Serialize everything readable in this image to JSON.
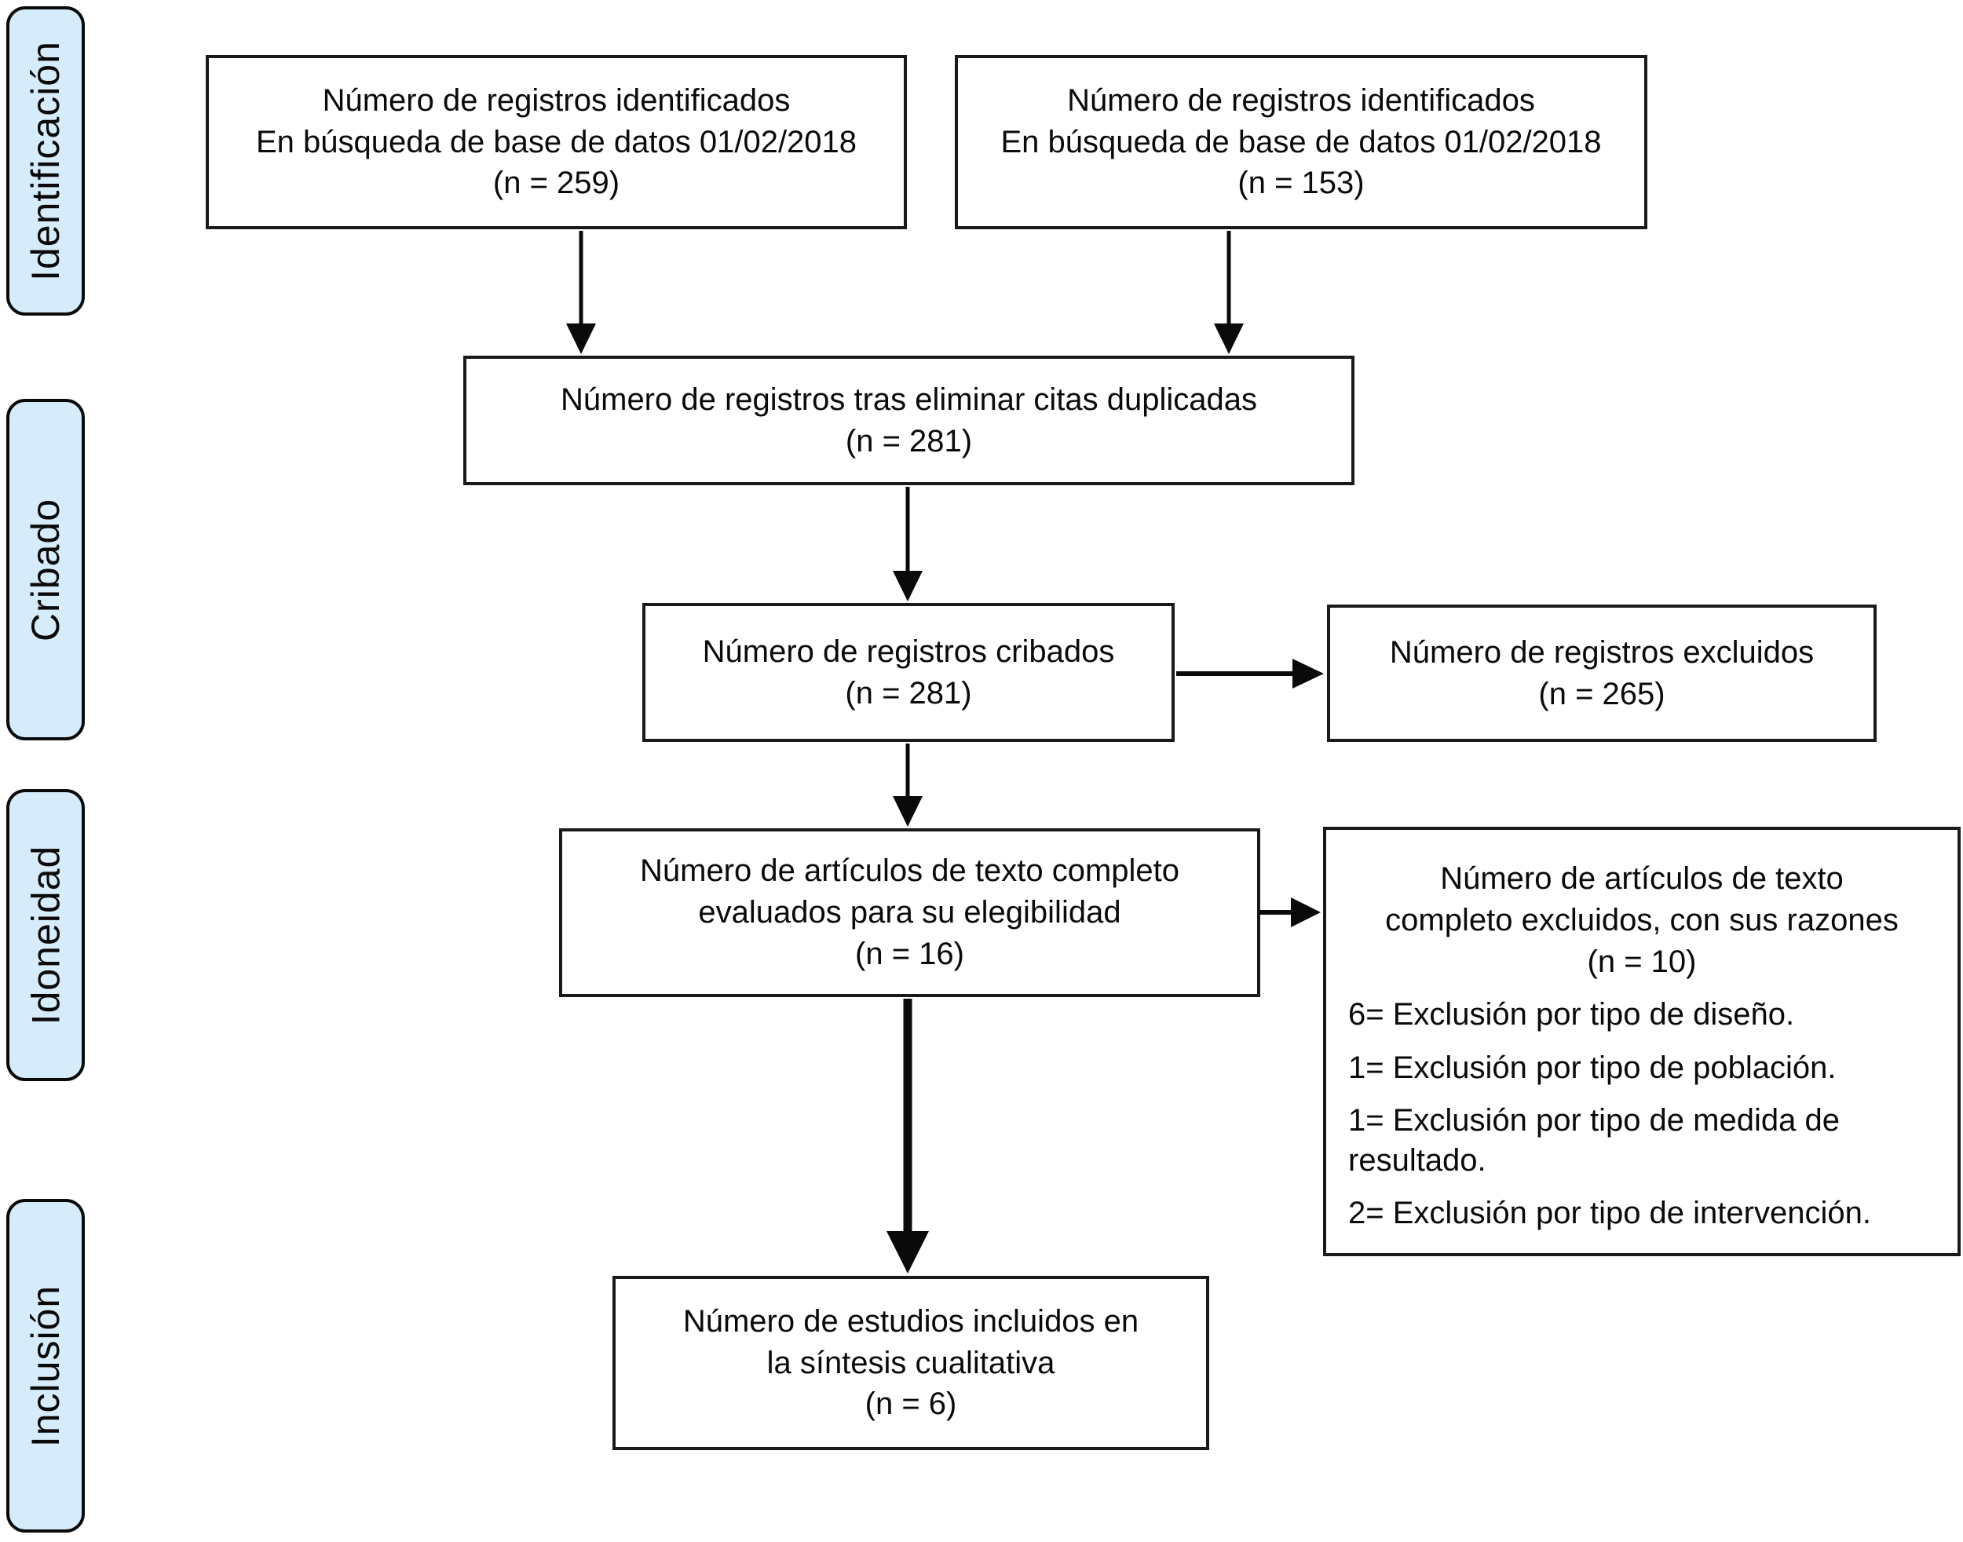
{
  "diagram": {
    "stages": [
      {
        "label": "Identificación"
      },
      {
        "label": "Cribado"
      },
      {
        "label": "Idoneidad"
      },
      {
        "label": "Inclusión"
      }
    ],
    "boxes": {
      "identified_left": {
        "lines": [
          "Número de registros identificados",
          "En búsqueda de base de datos 01/02/2018",
          "(n = 259)"
        ]
      },
      "identified_right": {
        "lines": [
          "Número de registros identificados",
          "En búsqueda de base de datos 01/02/2018",
          "(n = 153)"
        ]
      },
      "deduplicated": {
        "lines": [
          "Número de registros tras eliminar citas duplicadas",
          "(n = 281)"
        ]
      },
      "screened": {
        "lines": [
          "Número de registros cribados",
          "(n = 281)"
        ]
      },
      "records_excluded": {
        "lines": [
          "Número de registros excluidos",
          "(n = 265)"
        ]
      },
      "fulltext_assessed": {
        "lines": [
          "Número de artículos de texto completo",
          "evaluados para su elegibilidad",
          "(n = 16)"
        ]
      },
      "fulltext_excluded": {
        "lines": [
          "Número de artículos de texto",
          "completo excluidos, con sus razones",
          "(n = 10)"
        ],
        "reasons": [
          "6= Exclusión por tipo de diseño.",
          "1= Exclusión por tipo de población.",
          "1= Exclusión por tipo de medida de resultado.",
          "2= Exclusión por tipo de intervención."
        ]
      },
      "included": {
        "lines": [
          "Número de estudios incluidos en",
          "la síntesis cualitativa",
          "(n = 6)"
        ]
      }
    },
    "colors": {
      "stage_fill": "#d6ecfb",
      "line_color": "#0a0a0a",
      "box_background": "#ffffff"
    }
  }
}
